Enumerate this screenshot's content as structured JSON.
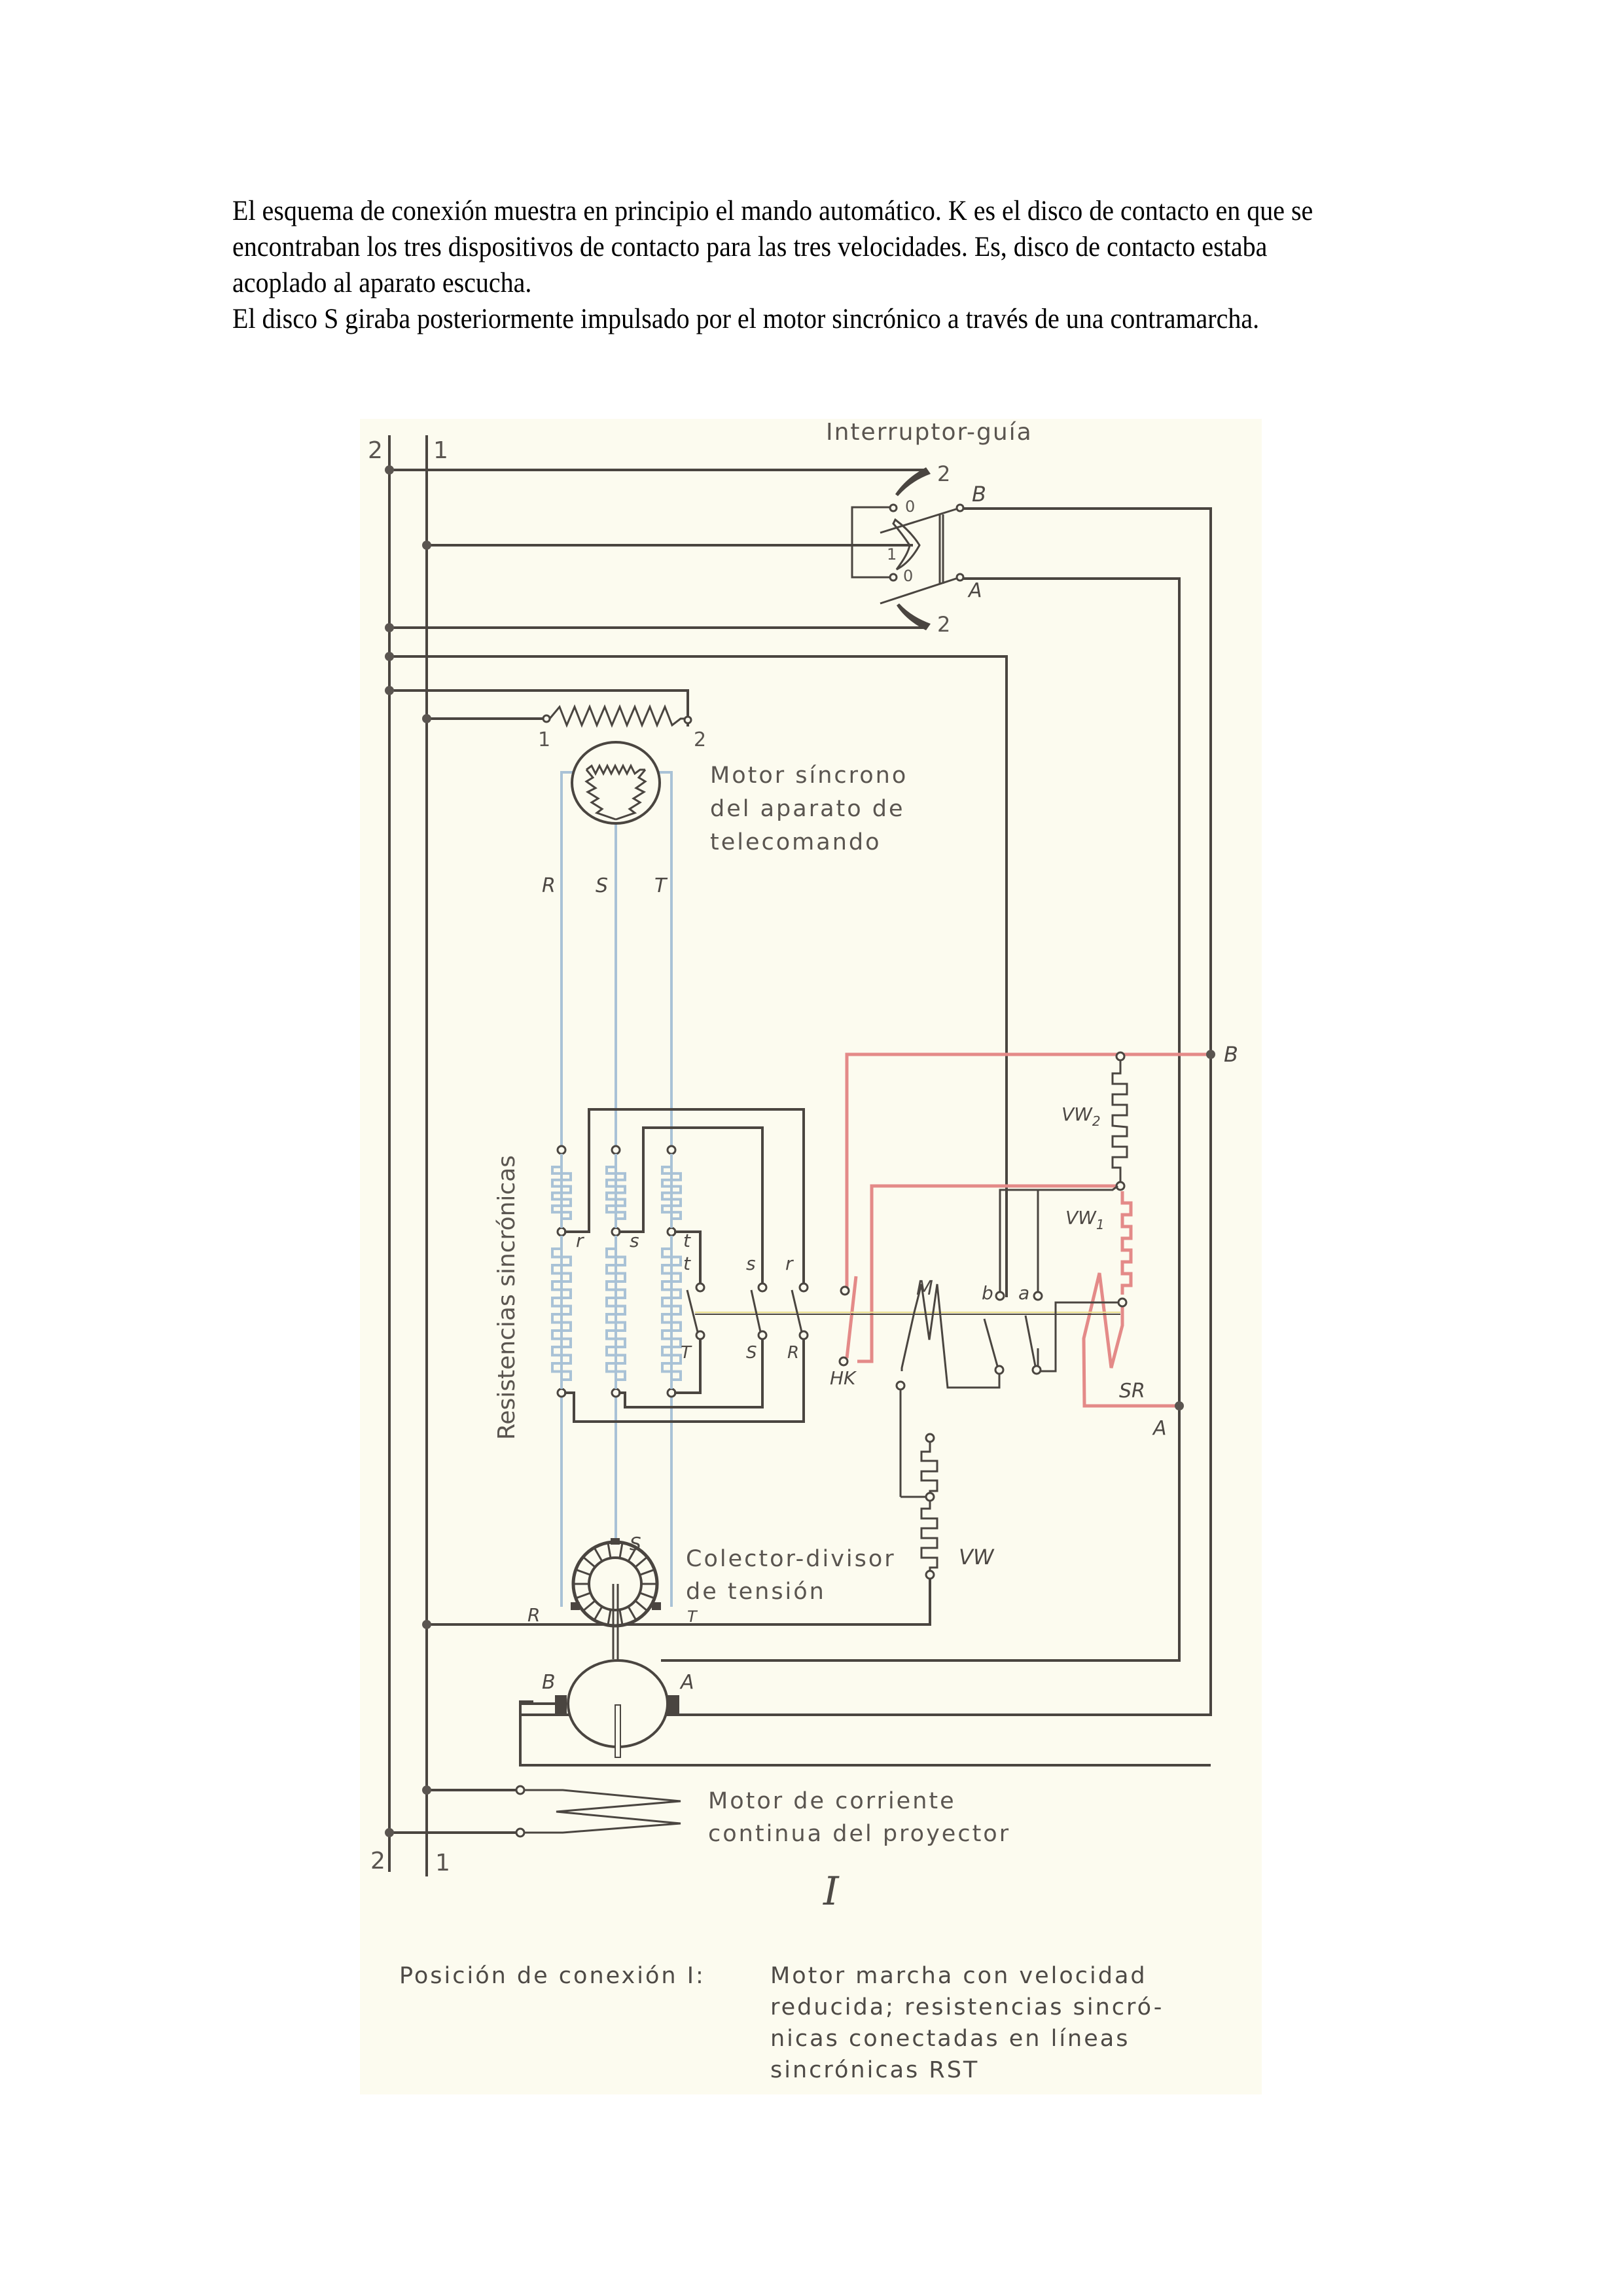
{
  "intro_text": {
    "paragraph_1": "El esquema de conexión muestra en principio el mando automático. K es el disco de contacto en que se encontraban los tres dispositivos de contacto para las tres velocidades. Es, disco de contacto estaba acoplado al aparato escucha.",
    "paragraph_2": "El disco S giraba posteriormente impulsado por el motor sincrónico a través de una contramarcha."
  },
  "diagram": {
    "colors": {
      "paper": "#fcfbef",
      "wire": "#4a4540",
      "sync_lines": "#a9c2d6",
      "active_circuit": "#e48a88"
    },
    "labels": {
      "bus_2_top": "2",
      "bus_1_top": "1",
      "bus_2_bottom": "2",
      "bus_1_bottom": "1",
      "interruptor_title": "Interruptor-guía",
      "sw_top_2": "2",
      "sw_bottom_2": "2",
      "sw_0_top": "0",
      "sw_0_bottom": "0",
      "sw_1": "1",
      "sw_B": "B",
      "sw_A": "A",
      "heater_1": "1",
      "heater_2": "2",
      "motor_sync_line1": "Motor síncrono",
      "motor_sync_line2": "del aparato de",
      "motor_sync_line3": "telecomando",
      "phase_R": "R",
      "phase_S": "S",
      "phase_T": "T",
      "resistencias": "Resistencias sincrónicas",
      "res_r": "r",
      "res_s": "s",
      "res_t": "t",
      "sw_t_top": "t",
      "sw_s_top": "s",
      "sw_r_top": "r",
      "sw_T_bot": "T",
      "sw_S_bot": "S",
      "sw_R_bot": "R",
      "HK": "HK",
      "M": "M",
      "b": "b",
      "a": "a",
      "VW2": "VW",
      "VW2_sub": "2",
      "VW1": "VW",
      "VW1_sub": "1",
      "SR": "SR",
      "B_right": "B",
      "A_right": "A",
      "VW": "VW",
      "colector_line1": "Colector-divisor",
      "colector_line2": "de tensión",
      "col_S": "S",
      "col_R": "R",
      "col_T": "T",
      "dc_B": "B",
      "dc_A": "A",
      "dc_motor_line1": "Motor de corriente",
      "dc_motor_line2": "continua del proyector",
      "position_numeral": "I"
    },
    "caption": {
      "label": "Posición de conexión I:",
      "lines": [
        "Motor marcha con velocidad",
        "reducida; resistencias sincró-",
        "nicas conectadas en líneas",
        "sincrónicas RST"
      ]
    }
  }
}
